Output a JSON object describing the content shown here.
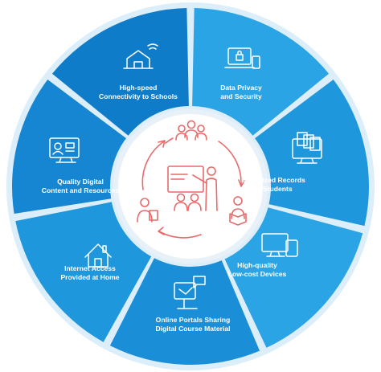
{
  "colors": {
    "segment_blues": [
      "#1385d0",
      "#2aa4e5",
      "#1f97dd",
      "#2aa4e5",
      "#1a8fd8",
      "#1a8fd8",
      "#1385d0",
      "#2aa4e5"
    ],
    "outer_ring": "#cfe6f6",
    "hub_fill": "#ffffff",
    "hub_ring": "#e6eef6",
    "icon_accent": "#e86a6a"
  },
  "segments": [
    {
      "line1": "High-speed",
      "line2": "Connectivity to Schools",
      "icon": "school-wifi-icon"
    },
    {
      "line1": "Data Privacy",
      "line2": "and Security",
      "icon": "laptop-lock-icon"
    },
    {
      "line1": "Digitalized Records",
      "line2": "of Students",
      "icon": "documents-monitor-icon"
    },
    {
      "line1": "High-quality",
      "line2": "Low-cost Devices",
      "icon": "devices-icon"
    },
    {
      "line1": "Online Portals Sharing",
      "line2": "Digital Course Material",
      "icon": "online-portal-icon"
    },
    {
      "line1": "Internet Access",
      "line2": "Provided at Home",
      "icon": "home-icon"
    },
    {
      "line1": "Quality Digital",
      "line2": "Content and Resources",
      "icon": "digital-content-icon"
    }
  ],
  "hub": {
    "icon": "teacher-classroom-cycle-icon"
  }
}
